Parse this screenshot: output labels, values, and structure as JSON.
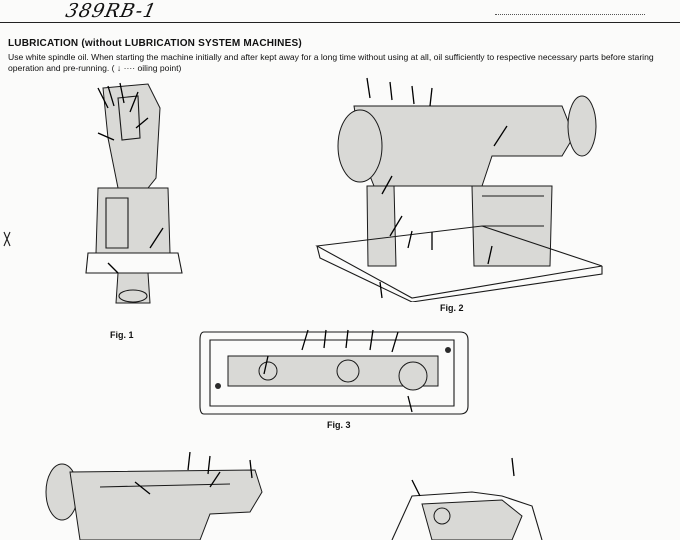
{
  "header": {
    "handwritten_note": "389RB-1"
  },
  "section": {
    "title": "LUBRICATION (without LUBRICATION SYSTEM MACHINES)",
    "paragraph": "Use white spindle oil. When starting the machine initially and after kept away for a long time without using at all, oil sufficiently to respective necessary parts before staring operation and pre-running. ( ↓ ···· oiling point)"
  },
  "figures": {
    "fig1": "Fig. 1",
    "fig2": "Fig. 2",
    "fig3": "Fig. 3"
  }
}
